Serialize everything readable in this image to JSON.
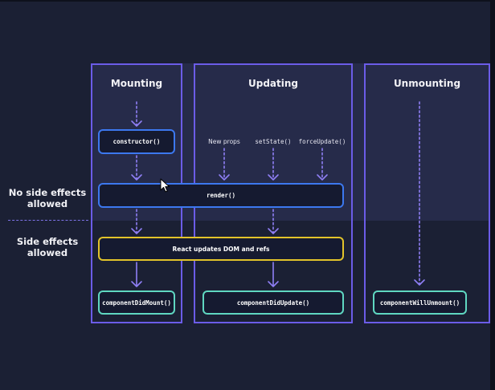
{
  "columns": {
    "mounting": "Mounting",
    "updating": "Updating",
    "unmounting": "Unmounting"
  },
  "side_labels": {
    "no_side_effects": "No side effects allowed",
    "side_effects": "Side effects allowed"
  },
  "triggers": {
    "new_props": "New props",
    "set_state": "setState()",
    "force_update": "forceUpdate()"
  },
  "nodes": {
    "constructor": "constructor()",
    "render": "render()",
    "dom_update": "React updates DOM and refs",
    "did_mount": "componentDidMount()",
    "did_update": "componentDidUpdate()",
    "will_unmount": "componentWillUnmount()"
  },
  "colors": {
    "background": "#1b2034",
    "column_border": "#6b5ce8",
    "arrow": "#8f7ff5",
    "blue_box": "#3c78ef",
    "yellow_box": "#e2c32a",
    "green_box": "#5fd7c1"
  }
}
